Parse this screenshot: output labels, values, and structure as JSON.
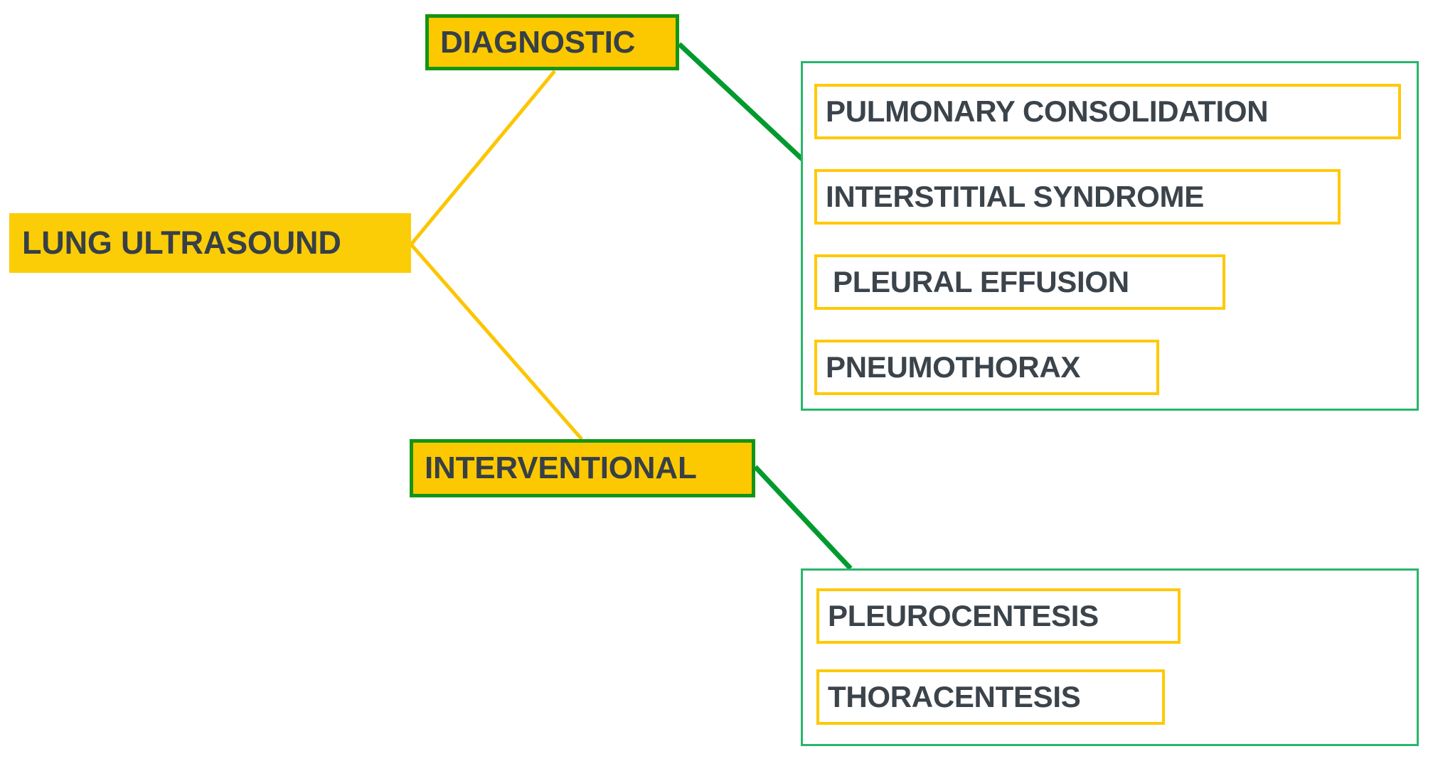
{
  "diagram": {
    "type": "tree",
    "title": "LUNG ULTRASOUND",
    "root": {
      "label": "LUNG ULTRASOUND"
    },
    "branches": [
      {
        "label": "DIAGNOSTIC",
        "items": [
          "PULMONARY CONSOLIDATION",
          "INTERSTITIAL SYNDROME",
          "PLEURAL EFFUSION",
          "PNEUMOTHORAX"
        ]
      },
      {
        "label": "INTERVENTIONAL",
        "items": [
          "PLEUROCENTESIS",
          "THORACENTESIS"
        ]
      }
    ],
    "colors": {
      "root_fill": "#fbcd07",
      "branch_fill": "#fcc900",
      "branch_border": "#149414",
      "group_border": "#28b66c",
      "item_border": "#ffc907",
      "item_fill": "#ffffff",
      "text": "#373f47",
      "edge_yellow": "#fdc500",
      "edge_green": "#009a2e",
      "background": "#ffffff"
    },
    "edges": [
      {
        "from": "LUNG ULTRASOUND",
        "to": "DIAGNOSTIC",
        "color": "#fdc500"
      },
      {
        "from": "LUNG ULTRASOUND",
        "to": "INTERVENTIONAL",
        "color": "#fdc500"
      },
      {
        "from": "DIAGNOSTIC",
        "to": "DIAGNOSTIC GROUP",
        "color": "#009a2e"
      },
      {
        "from": "INTERVENTIONAL",
        "to": "INTERVENTIONAL GROUP",
        "color": "#009a2e"
      }
    ]
  }
}
